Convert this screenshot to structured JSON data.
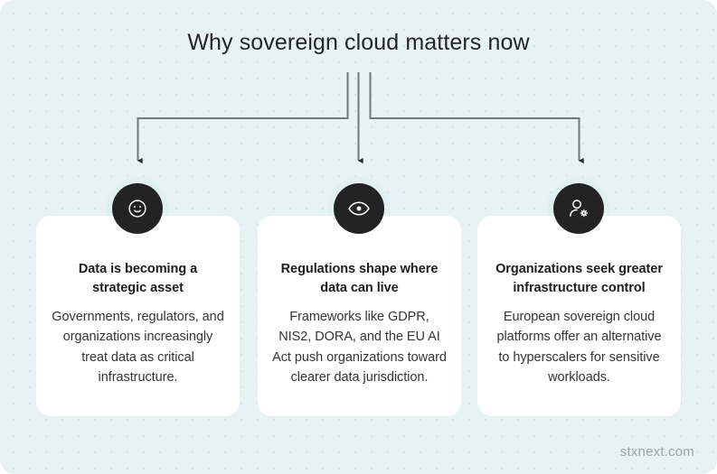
{
  "page": {
    "title": "Why sovereign cloud matters now",
    "watermark": "stxnext.com",
    "background_color": "#e6f3f2",
    "card_color": "#ffffff",
    "icon_badge_color": "#232323",
    "connector_color": "#6b7b7a"
  },
  "cards": [
    {
      "icon": "smiley-face-icon",
      "heading": "Data is becoming a strategic asset",
      "body": "Governments, regulators, and organizations increasingly treat data as critical infrastructure."
    },
    {
      "icon": "eye-icon",
      "heading": "Regulations shape where data can live",
      "body": "Frameworks like GDPR, NIS2, DORA, and the EU AI Act push organizations toward clearer data jurisdiction."
    },
    {
      "icon": "user-settings-icon",
      "heading": "Organizations seek greater infrastructure control",
      "body": "European sovereign cloud platforms offer an alternative to hyperscalers for sensitive workloads."
    }
  ]
}
